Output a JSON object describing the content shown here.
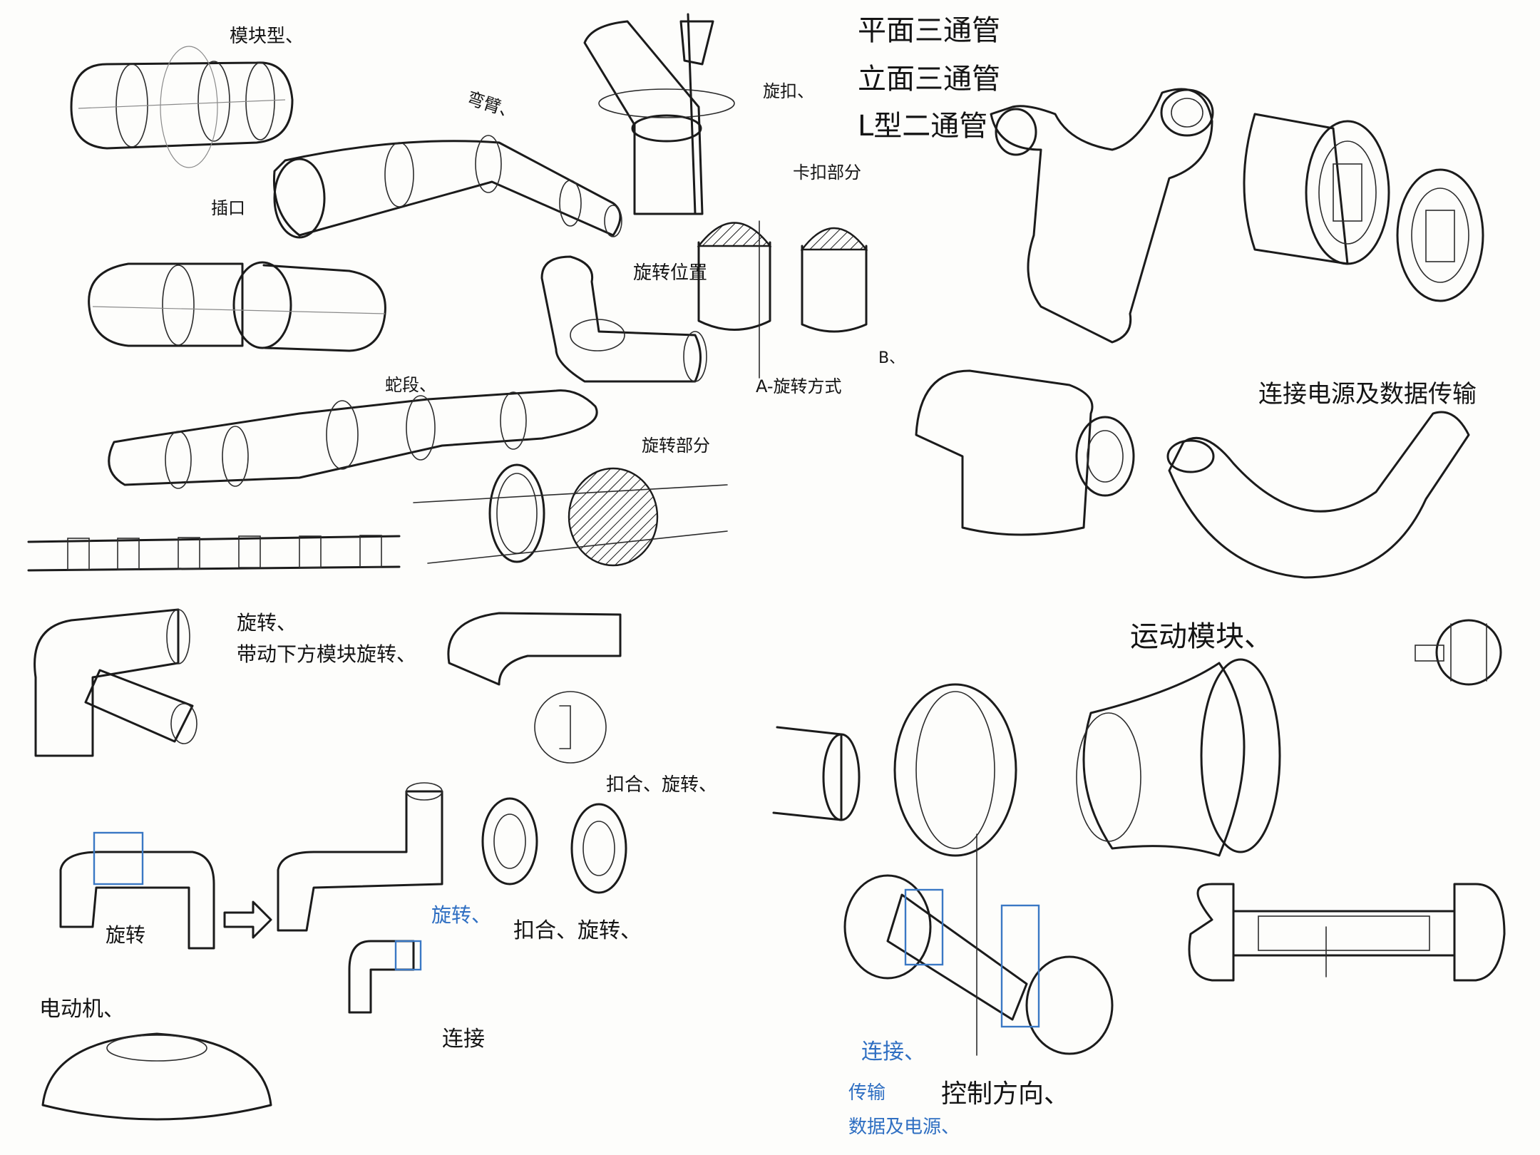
{
  "labels": {
    "cap_module": "模块型、",
    "bend_joint": "弯臂、",
    "socket": "插口",
    "snake": "蛇段、",
    "clip_part": "卡扣部分",
    "rotate_part": "旋转部分",
    "rotate_pos": "旋转位置",
    "clip_rotate_top": "旋扣、",
    "rotate_mode": "A-旋转方式",
    "b_mark": "B、",
    "three_way_1": "平面三通管",
    "three_way_2": "立面三通管",
    "l_type": "L型二通管",
    "connect_power": "连接电源及数据传输",
    "rotate_note_1": "旋转、",
    "rotate_note_2": "带动下方模块旋转、",
    "clip_rotate_mid": "扣合、旋转、",
    "motion_module": "运动模块、",
    "rotate_small": "旋转",
    "rotate_blue": "旋转、",
    "clip_rotate_bottom": "扣合、旋转、",
    "connect": "连接",
    "motor": "电动机、",
    "connect_blue": "连接、",
    "transfer_blue": "传输",
    "data_power_blue": "数据及电源、",
    "control_dir": "控制方向、"
  },
  "colors": {
    "ink": "#1b1b1b",
    "paper": "#fdfdfb",
    "accent_blue": "#3a78c4"
  }
}
